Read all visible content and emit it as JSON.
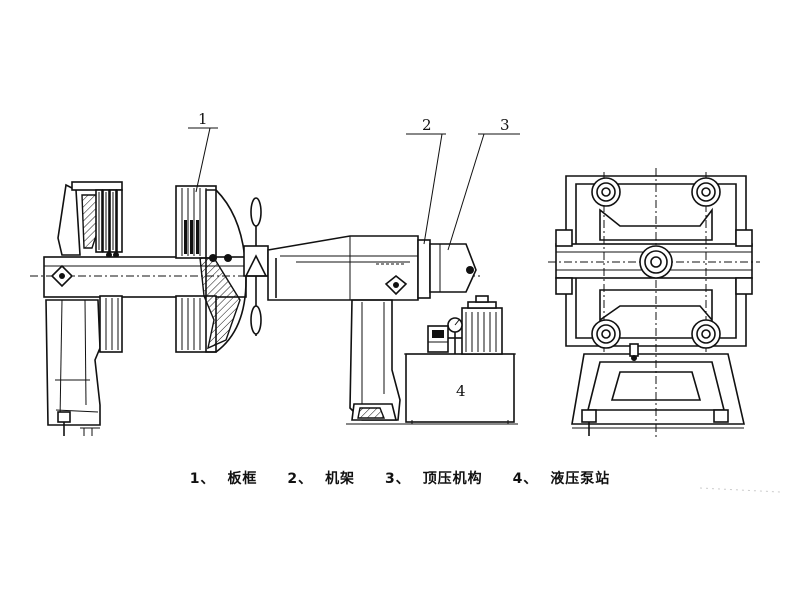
{
  "callouts": {
    "c1": "1",
    "c2": "2",
    "c3": "3",
    "c4": "4"
  },
  "legend": [
    {
      "num": "1、",
      "label": "板框"
    },
    {
      "num": "2、",
      "label": "机架"
    },
    {
      "num": "3、",
      "label": "顶压机构"
    },
    {
      "num": "4、",
      "label": "液压泵站"
    }
  ],
  "colors": {
    "ink": "#111111",
    "background": "#ffffff"
  }
}
